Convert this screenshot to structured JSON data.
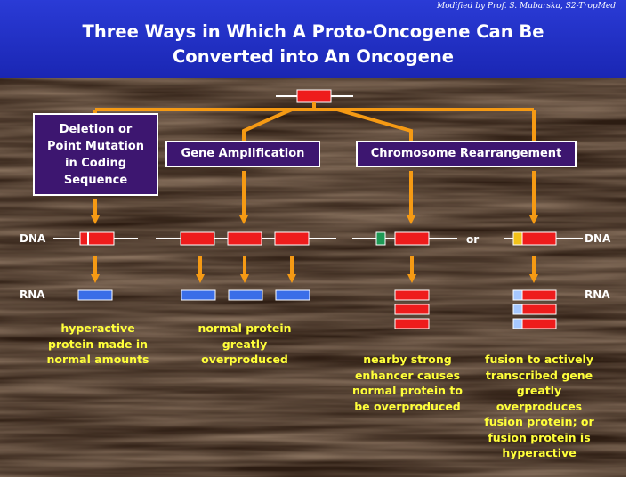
{
  "header": {
    "credit": "Modified by Prof. S. Mubarska, S2-TropMed",
    "title_line1": "Three Ways in Which A Proto-Oncogene Can Be",
    "title_line2": "Converted into An Oncogene"
  },
  "boxes": {
    "deletion": [
      "Deletion or",
      "Point Mutation",
      "in Coding",
      "Sequence"
    ],
    "amplification": "Gene Amplification",
    "rearrangement": "Chromosome Rearrangement"
  },
  "labels": {
    "dna_left": "DNA",
    "dna_right": "DNA",
    "rna_left": "RNA",
    "rna_right": "RNA",
    "or": "or"
  },
  "descriptions": {
    "hyperactive": [
      "hyperactive",
      "protein made in",
      "normal amounts"
    ],
    "normal_protein": [
      "normal protein",
      "greatly",
      "overproduced"
    ],
    "enhancer": [
      "nearby strong",
      "enhancer causes",
      "normal protein to",
      "be overproduced"
    ],
    "fusion": [
      "fusion to actively",
      "transcribed gene",
      "greatly",
      "overproduces",
      "fusion protein; or",
      "fusion protein is",
      "hyperactive"
    ]
  },
  "colors": {
    "title_bar": "#1e2ac4",
    "box_fill": "#3d1670",
    "arrow": "#f59a14",
    "gene": "#ee1c1c",
    "rna": "#3a6ee8",
    "text_highlight": "#ffff3a",
    "enhancer": "#1e9a55",
    "fusion_partner": "#f2c21a"
  }
}
